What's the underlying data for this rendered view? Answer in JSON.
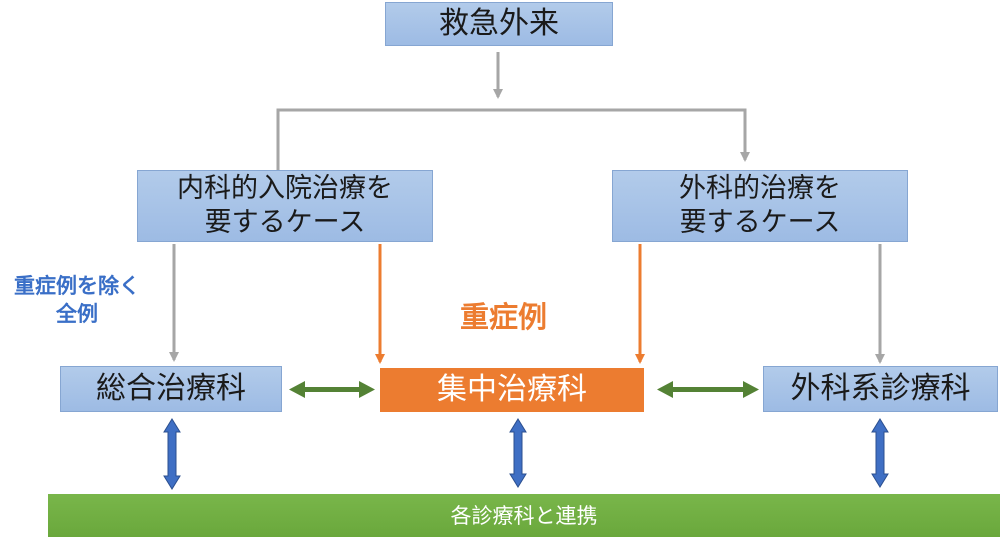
{
  "diagram": {
    "top_node": "救急外来",
    "internal_case": {
      "line1": "内科的入院治療を",
      "line2": "要するケース"
    },
    "surgical_case": {
      "line1": "外科的治療を",
      "line2": "要するケース"
    },
    "general_medicine": "総合治療科",
    "icu": "集中治療科",
    "surgery_dept": "外科系診療科",
    "label_except_severe": {
      "line1": "重症例を除く",
      "line2": "全例"
    },
    "label_severe": "重症例",
    "bottom_bar": "各診療科と連携"
  },
  "colors": {
    "box_blue": "#9dbbe4",
    "icu_orange": "#ec7c30",
    "bar_green": "#6aa83c",
    "arrow_gray": "#a6a6a6",
    "arrow_orange": "#ec7c30",
    "arrow_green": "#548235",
    "arrow_blue": "#3f6fc4"
  }
}
